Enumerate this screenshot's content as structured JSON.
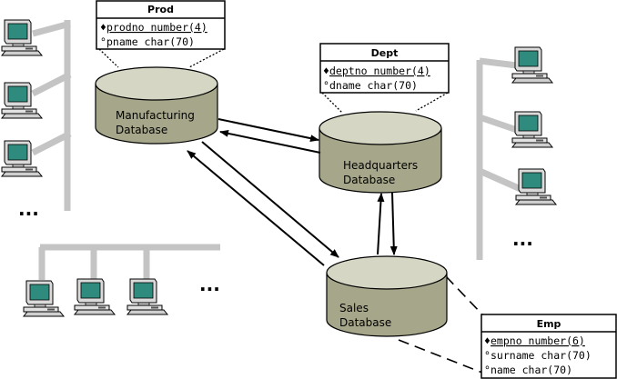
{
  "colors": {
    "cylinder_body": "#a6a68a",
    "cylinder_top": "#d6d6c4",
    "network_line": "#c4c4c4",
    "computer_screen": "#2e8b7e"
  },
  "databases": {
    "manufacturing": {
      "line1": "Manufacturing",
      "line2": "Database"
    },
    "headquarters": {
      "line1": "Headquarters",
      "line2": "Database"
    },
    "sales": {
      "line1": "Sales",
      "line2": "Database"
    }
  },
  "tables": {
    "prod": {
      "title": "Prod",
      "rows": [
        {
          "marker": "♦",
          "text": "prodno number(4)"
        },
        {
          "marker": "°",
          "text": "pname  char(70)"
        }
      ]
    },
    "dept": {
      "title": "Dept",
      "rows": [
        {
          "marker": "♦",
          "text": "deptno number(4)"
        },
        {
          "marker": "°",
          "text": "dname  char(70)"
        }
      ]
    },
    "emp": {
      "title": "Emp",
      "rows": [
        {
          "marker": "♦",
          "text": "empno   number(6)"
        },
        {
          "marker": "°",
          "text": "surname char(70)"
        },
        {
          "marker": "°",
          "text": "name    char(70)"
        }
      ]
    }
  },
  "ellipsis": {
    "left_network": "...",
    "bottom_network": "...",
    "right_network": "..."
  }
}
